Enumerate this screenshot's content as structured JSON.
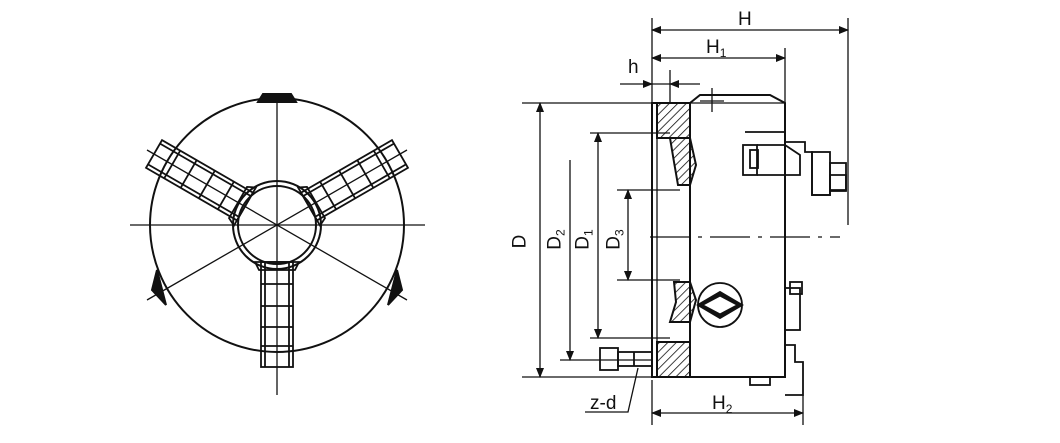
{
  "labels": {
    "H": "H",
    "H1_main": "H",
    "H1_sub": "1",
    "h": "h",
    "D": "D",
    "D2_main": "D",
    "D2_sub": "2",
    "D1_main": "D",
    "D1_sub": "1",
    "D3_main": "D",
    "D3_sub": "3",
    "zd": "z-d",
    "H2_main": "H",
    "H2_sub": "2"
  },
  "colors": {
    "line": "#111111",
    "hatch": "#111111",
    "background": "#ffffff"
  }
}
